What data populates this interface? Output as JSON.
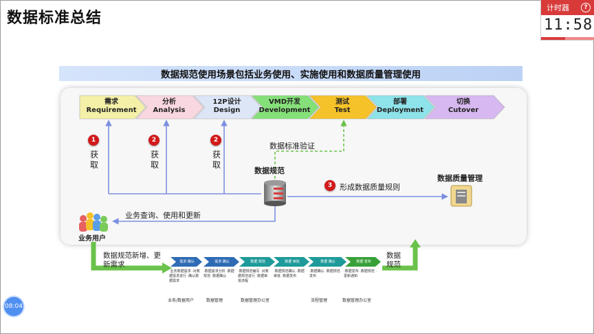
{
  "slide": {
    "title": "数据标准总结"
  },
  "timer": {
    "title": "计时器",
    "help": "?",
    "time": "11:58",
    "pause": "II",
    "progress": 0.45
  },
  "media": {
    "time": "08:04"
  },
  "diagram": {
    "banner": "数据规范使用场景包括业务使用、实施使用和数据质量管理使用",
    "phases": [
      {
        "cn": "需求",
        "en": "Requirement",
        "color": "#f5f0a8"
      },
      {
        "cn": "分析",
        "en": "Analysis",
        "color": "#f9d7e0"
      },
      {
        "cn": "12P设计",
        "en": "Design",
        "color": "#dde6f7"
      },
      {
        "cn": "VMD开发",
        "en": "Development",
        "color": "#86e07a"
      },
      {
        "cn": "测试",
        "en": "Test",
        "color": "#f5c22a"
      },
      {
        "cn": "部署",
        "en": "Deployment",
        "color": "#8ee3ea"
      },
      {
        "cn": "切换",
        "en": "Cutover",
        "color": "#d7b8f0"
      }
    ],
    "acquire": [
      {
        "num": "1",
        "label": "获取"
      },
      {
        "num": "2",
        "label": "获取"
      },
      {
        "num": "2",
        "label": "获取"
      }
    ],
    "validation_label": "数据标准验证",
    "spec_label": "数据规范",
    "quality_label": "数据质量管理",
    "rule_num": "3",
    "rule_label": "形成数据质量规则",
    "business_label": "业务查询、使用和更新",
    "users_label": "业务用户",
    "update_label": "数据规范新增、更新需求",
    "spec_label_2": "数据规范",
    "mini_phases": [
      {
        "head": "需求 确认",
        "color": "#2f6bb5"
      },
      {
        "head": "需求 确认",
        "color": "#2f6bb5"
      },
      {
        "head": "数据 规范",
        "color": "#1f9a9a"
      },
      {
        "head": "数据 审批",
        "color": "#1f9a9a"
      },
      {
        "head": "数据 确认",
        "color": "#1f9a9a"
      },
      {
        "head": "数据 发布",
        "color": "#39a139"
      }
    ],
    "mini_texts": [
      "·业务数据需求 ·对数据需求进行 ·确认数据需求",
      "·数据需求分析 ·数据规范 ·数据确认",
      "·数据规范编写 ·对数据规范进行 ·数据审批流程",
      "·数据规范确认 ·数据审批 ·数据发布",
      "·数据确认 ·数据规范发布",
      "·数据发布 ·数据规范 ·更新通知"
    ],
    "mini_owners": [
      "业务/数据用户",
      "数据管理",
      "数据管理办公室",
      "流程管理",
      "数据管理办公室"
    ]
  }
}
